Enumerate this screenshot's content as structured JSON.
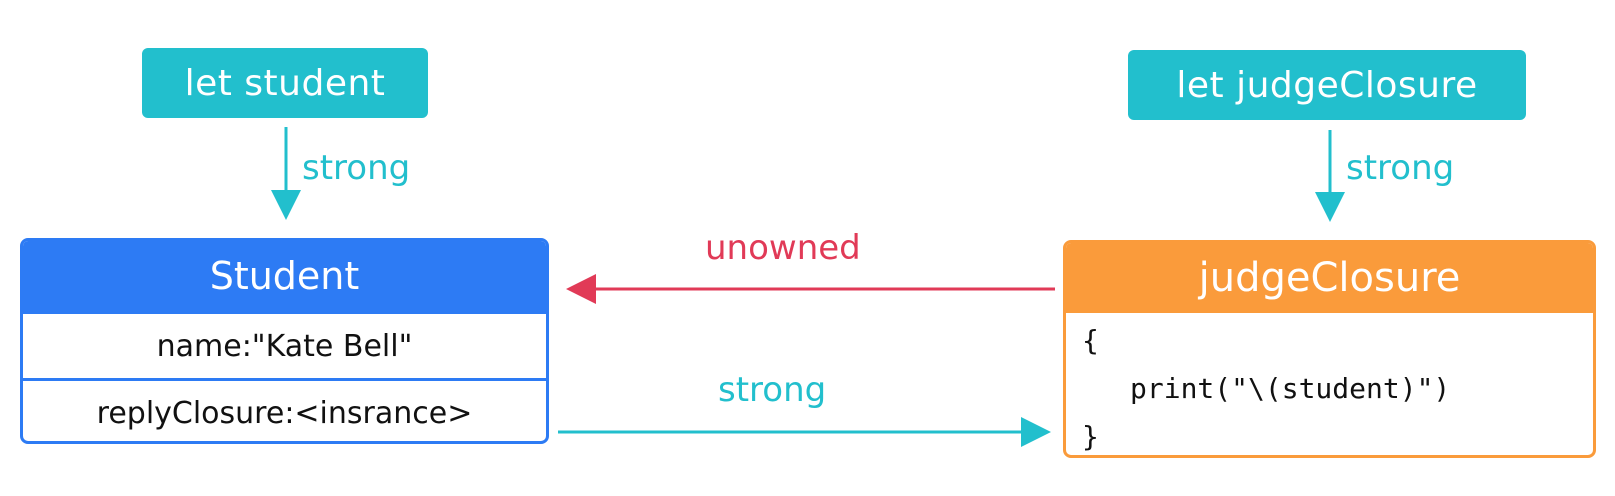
{
  "variables": {
    "student": "let student",
    "judge_closure": "let judgeClosure"
  },
  "labels": {
    "student_strong": "strong",
    "closure_strong": "strong",
    "unowned": "unowned",
    "reply_strong": "strong"
  },
  "student_class": {
    "title": "Student",
    "fields": [
      "name:\"Kate Bell\"",
      "replyClosure:<insrance>"
    ]
  },
  "judge_closure": {
    "title": "judgeClosure",
    "code_lines": [
      "{",
      "print(\"\\(student)\")",
      "}"
    ]
  },
  "colors": {
    "cyan": "#22bfcd",
    "blue": "#2d7bf4",
    "orange": "#fa9b3b",
    "red": "#e13a57"
  }
}
